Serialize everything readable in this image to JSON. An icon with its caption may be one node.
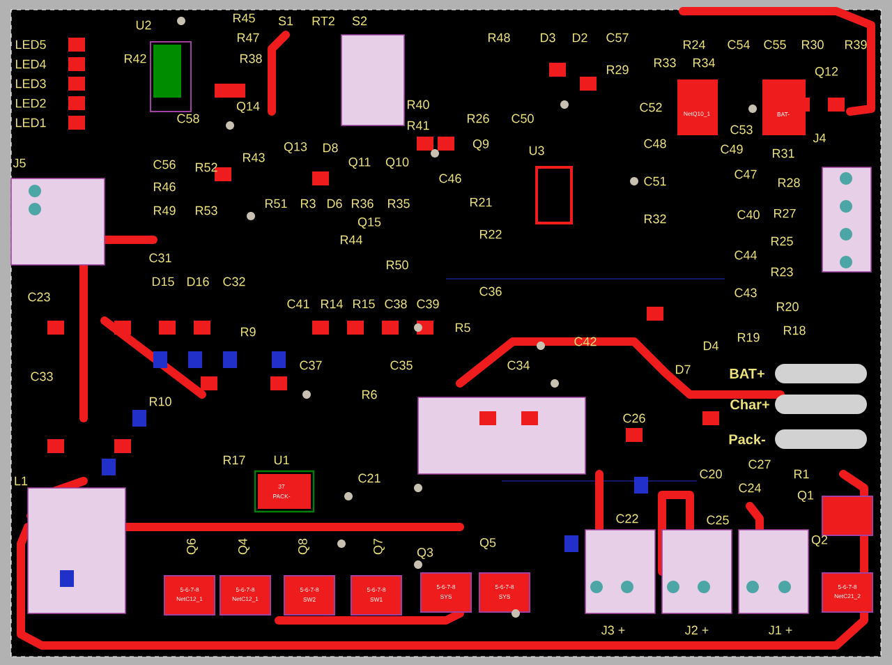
{
  "diagram": {
    "labels": [
      "LED5",
      "LED4",
      "LED3",
      "LED2",
      "LED1",
      "U2",
      "R42",
      "R45",
      "S1",
      "RT2",
      "S2",
      "R47",
      "R38",
      "Q14",
      "C58",
      "R40",
      "R41",
      "J5",
      "C56",
      "R52",
      "R43",
      "Q13",
      "D8",
      "Q11",
      "Q10",
      "R46",
      "R49",
      "R53",
      "R51",
      "R3",
      "D6",
      "R36",
      "R35",
      "Q15",
      "R44",
      "R50",
      "R48",
      "D3",
      "D2",
      "C57",
      "R29",
      "R24",
      "R33",
      "R34",
      "C54",
      "C55",
      "R30",
      "R39",
      "Q12",
      "R26",
      "C50",
      "C52",
      "C53",
      "J4",
      "Q9",
      "U3",
      "C48",
      "C49",
      "R31",
      "C46",
      "R21",
      "C51",
      "C47",
      "R28",
      "R32",
      "C40",
      "R27",
      "R22",
      "R25",
      "C44",
      "R23",
      "C43",
      "R20",
      "R18",
      "R19",
      "D4",
      "BAT+",
      "Char+",
      "Pack-",
      "C27",
      "C36",
      "R5",
      "C42",
      "C34",
      "D7",
      "C26",
      "C31",
      "D15",
      "D16",
      "C32",
      "C23",
      "C41",
      "R14",
      "R15",
      "C38",
      "C39",
      "R9",
      "C33",
      "C37",
      "C35",
      "R6",
      "R10",
      "L1",
      "R17",
      "U1",
      "C21",
      "Q6",
      "Q4",
      "Q8",
      "Q7",
      "Q3",
      "Q5",
      "C22",
      "C20",
      "C24",
      "R1",
      "Q1",
      "C25",
      "Q2",
      "J3 +",
      "J2 +",
      "J1 +",
      "37",
      "PACK-",
      "5-6-7-8",
      "NetC12_1",
      "5-6-7-8",
      "NetC12_1",
      "5-6-7-8",
      "SW2",
      "5-6-7-8",
      "SW1",
      "5-6-7-8",
      "SYS",
      "5-6-7-8",
      "SYS",
      "5-6-7-8",
      "NetC21_2",
      "NetQ10_1",
      "BAT-"
    ]
  }
}
